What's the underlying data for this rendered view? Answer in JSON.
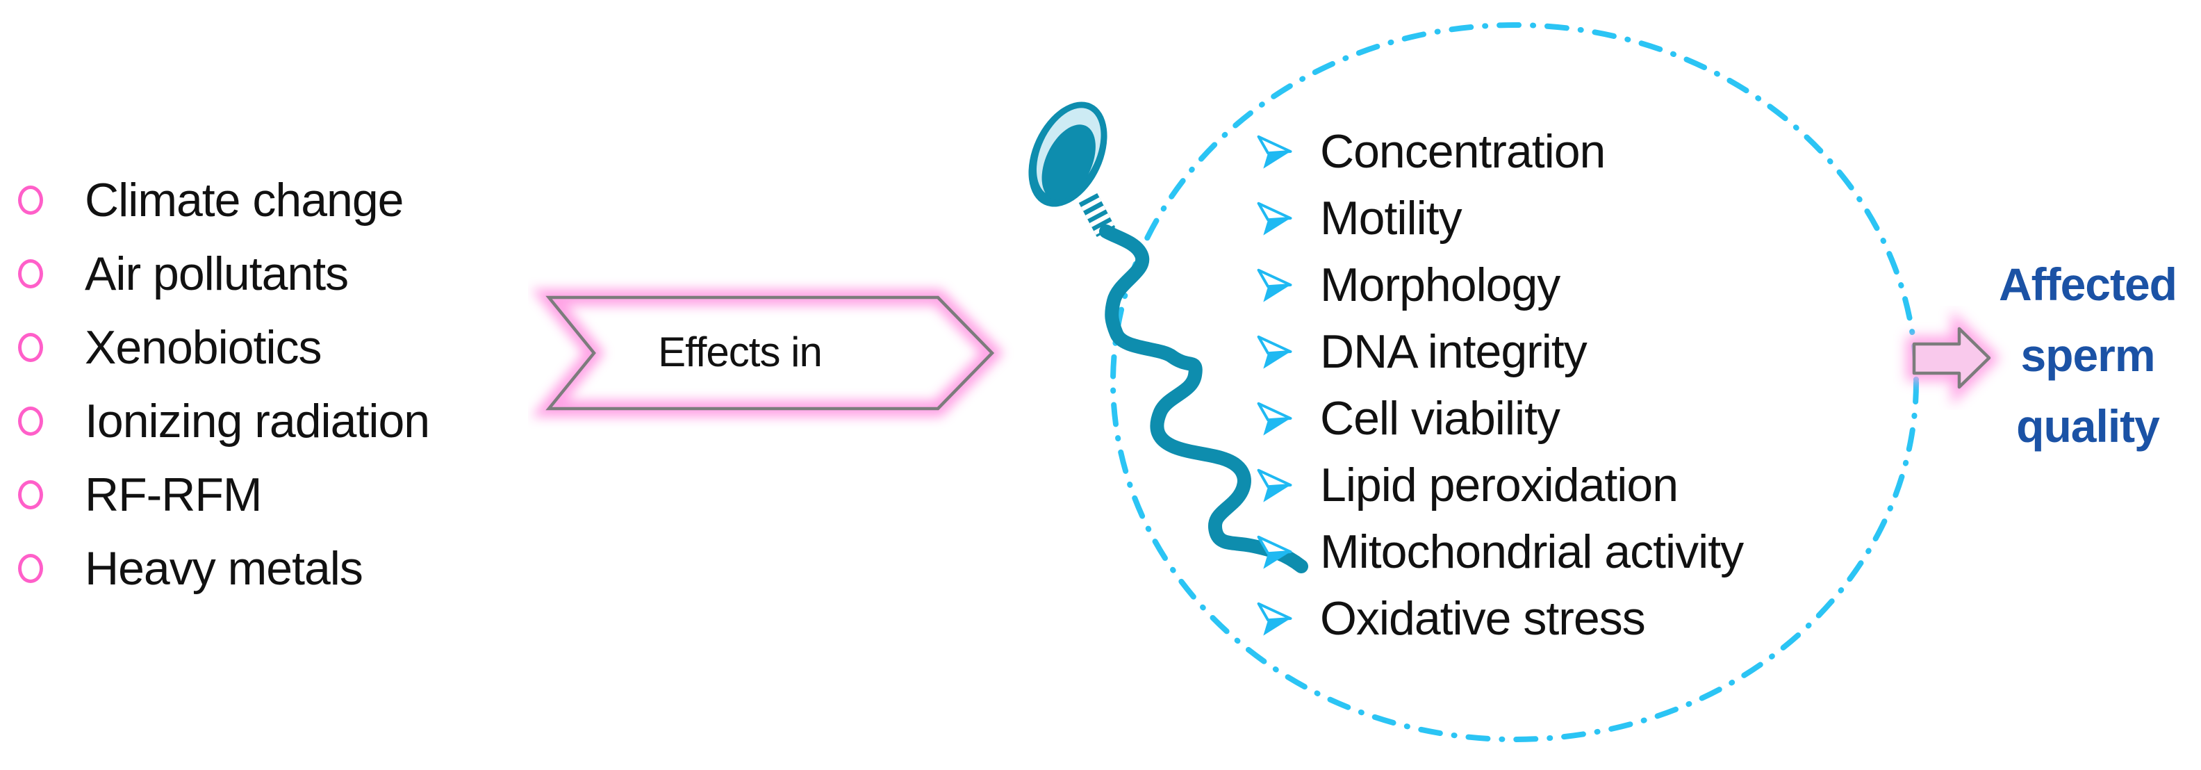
{
  "factors": {
    "items": [
      "Climate change",
      "Air pollutants",
      "Xenobiotics",
      "Ionizing radiation",
      "RF-RFM",
      "Heavy metals"
    ]
  },
  "arrow_label": {
    "text": "Effects in"
  },
  "effects": {
    "items": [
      "Concentration",
      "Motility",
      "Morphology",
      "DNA integrity",
      "Cell viability",
      "Lipid peroxidation",
      "Mitochondrial activity",
      "Oxidative stress"
    ]
  },
  "outcome": {
    "lines": [
      "Affected",
      "sperm",
      "quality"
    ]
  },
  "colors": {
    "bullet_pink": "#FF5FC9",
    "arrowhead_cyan": "#1FB9F2",
    "dash_cyan": "#2BC4F4",
    "sperm_teal": "#0E8DAE",
    "sperm_head_light": "#CDEBF4",
    "outcome_blue": "#1B52A5",
    "outline_gray": "#7C7C7C",
    "glow_pink": "#FF9EE4",
    "text_black": "#111111",
    "background": "#FFFFFF"
  },
  "icons": {
    "factor_bullet": "circle-bullet-icon (hollow pink ring)",
    "effect_bullet": "arrowhead-bullet-icon (3-D cyan arrowhead)",
    "center_figure": "sperm-icon (teal sperm cell)",
    "boundary": "dashed-ellipse-icon (cyan dash-dot circle)",
    "flow_shape": "chevron-arrow-shape (pink glow, gray outline)",
    "outcome_arrow": "block-arrow-icon (pink block arrow)"
  }
}
